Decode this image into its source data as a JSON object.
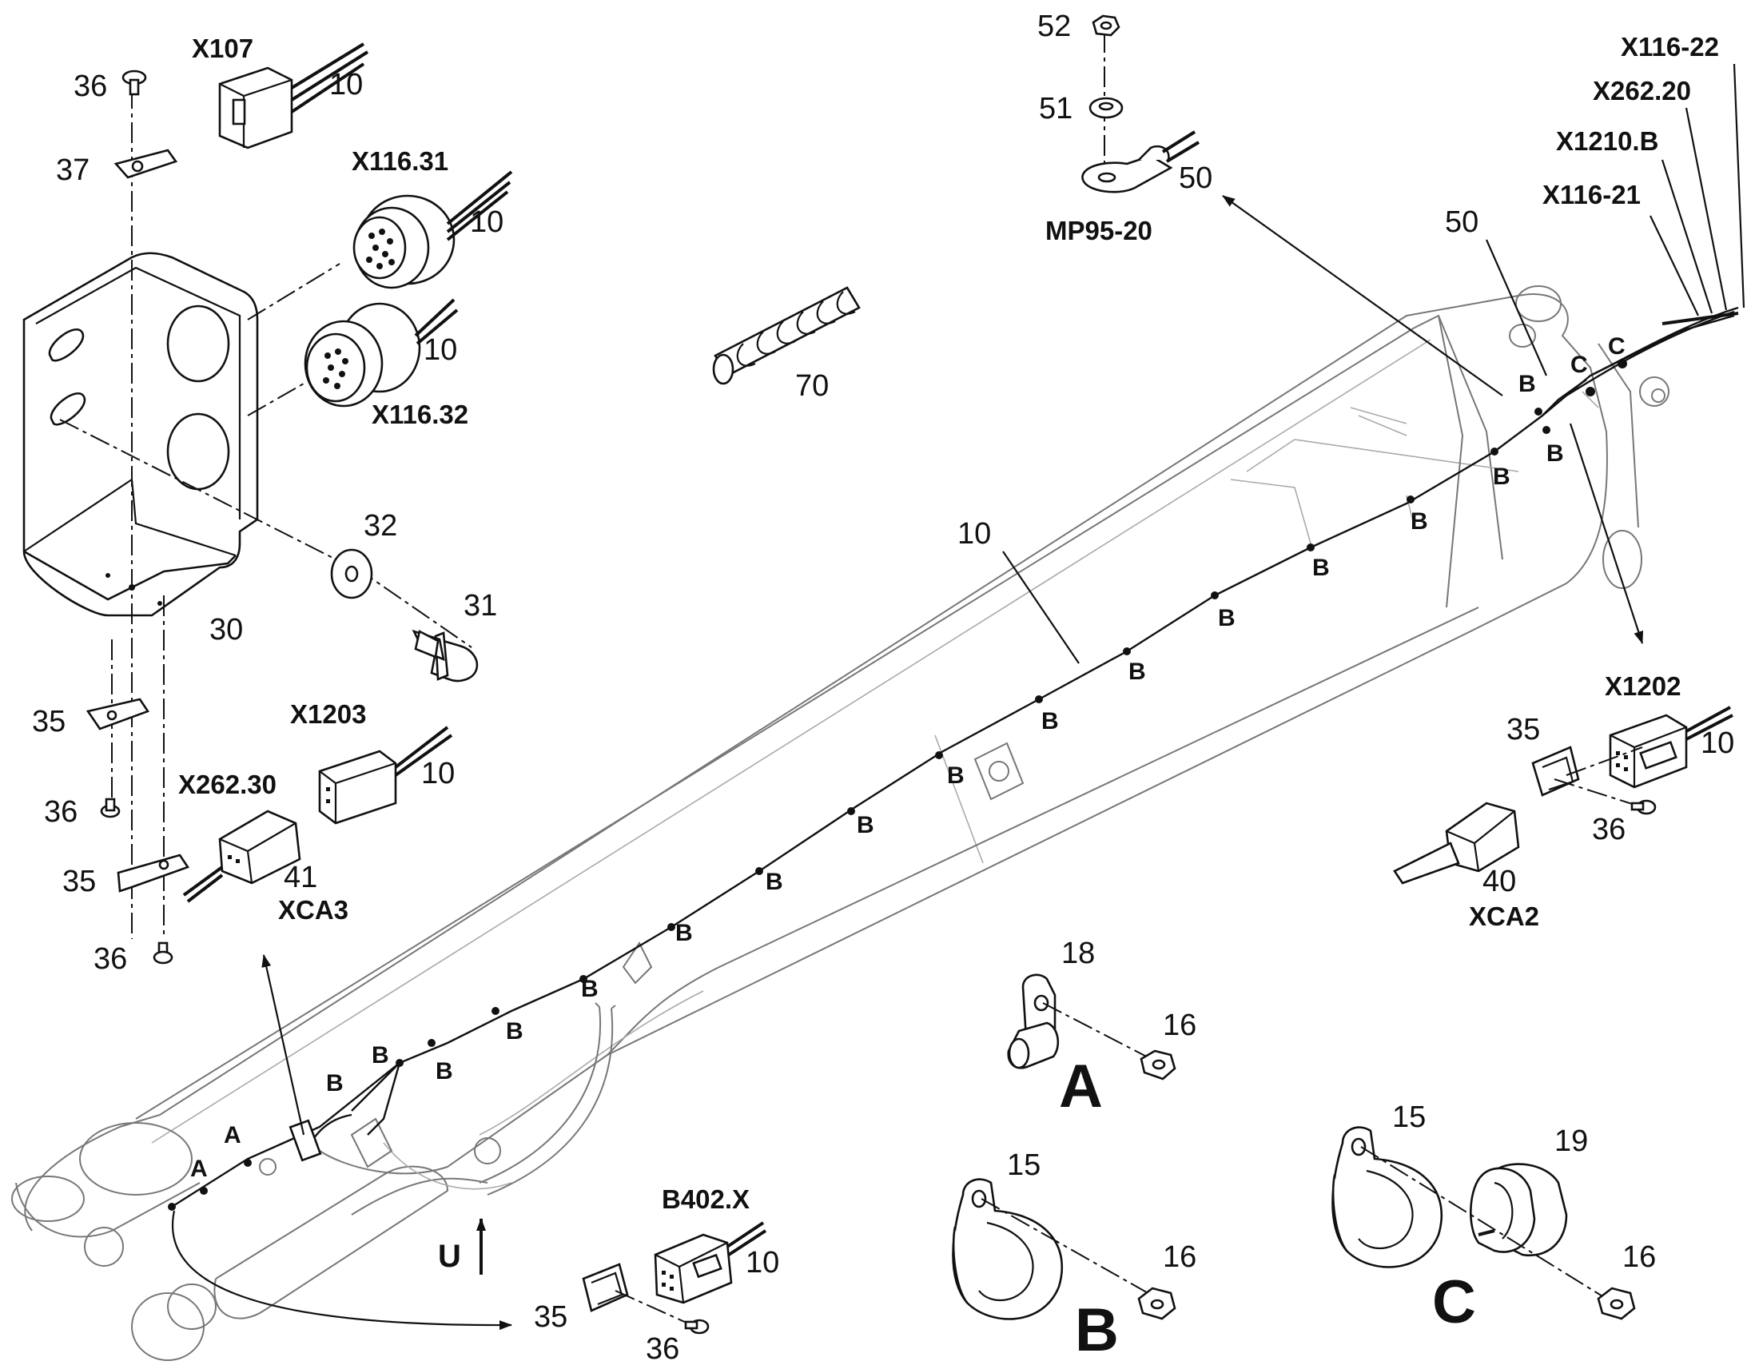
{
  "connectors": {
    "x107": "X107",
    "x116_31": "X116.31",
    "x116_32": "X116.32",
    "x1203": "X1203",
    "x262_30": "X262.30",
    "xca3": "XCA3",
    "x1202": "X1202",
    "xca2": "XCA2",
    "b402x": "B402.X",
    "mp95_20": "MP95-20",
    "x116_22": "X116-22",
    "x262_20": "X262.20",
    "x1210b": "X1210.B",
    "x116_21": "X116-21"
  },
  "numbers": {
    "n10": "10",
    "n15": "15",
    "n16": "16",
    "n18": "18",
    "n19": "19",
    "n30": "30",
    "n31": "31",
    "n32": "32",
    "n35": "35",
    "n36": "36",
    "n37": "37",
    "n40": "40",
    "n41": "41",
    "n50": "50",
    "n51": "51",
    "n52": "52",
    "n70": "70"
  },
  "detail_letters": {
    "a": "A",
    "b": "B",
    "c": "C"
  },
  "view_direction": "U"
}
